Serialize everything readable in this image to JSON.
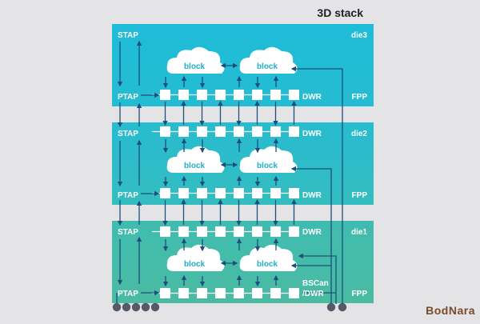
{
  "title": "3D stack",
  "watermark": "BodNara",
  "colors": {
    "top": "#1fbcd8",
    "mid": "#2fbdc6",
    "bottom": "#49bba4",
    "cell": "#ffffff",
    "arrow": "#1d4f7c",
    "blockText": "#1fb0c8"
  },
  "dies": [
    {
      "label": "die3",
      "top_left": "STAP",
      "bottom_left": "PTAP",
      "top_right_tag": "",
      "bottom_right_tag": "FPP",
      "top_row_label": "",
      "bottom_row_label": "DWR",
      "block_left": "block",
      "block_right": "block"
    },
    {
      "label": "die2",
      "top_left": "STAP",
      "bottom_left": "PTAP",
      "top_right_tag": "",
      "bottom_right_tag": "FPP",
      "top_row_label": "DWR",
      "bottom_row_label": "DWR",
      "block_left": "block",
      "block_right": "block"
    },
    {
      "label": "die1",
      "top_left": "STAP",
      "bottom_left": "PTAP",
      "top_right_tag": "",
      "bottom_right_tag": "FPP",
      "top_row_label": "DWR",
      "bottom_row_label_1": "BSCan",
      "bottom_row_label_2": "/DWR",
      "block_left": "block",
      "block_right": "block"
    }
  ]
}
